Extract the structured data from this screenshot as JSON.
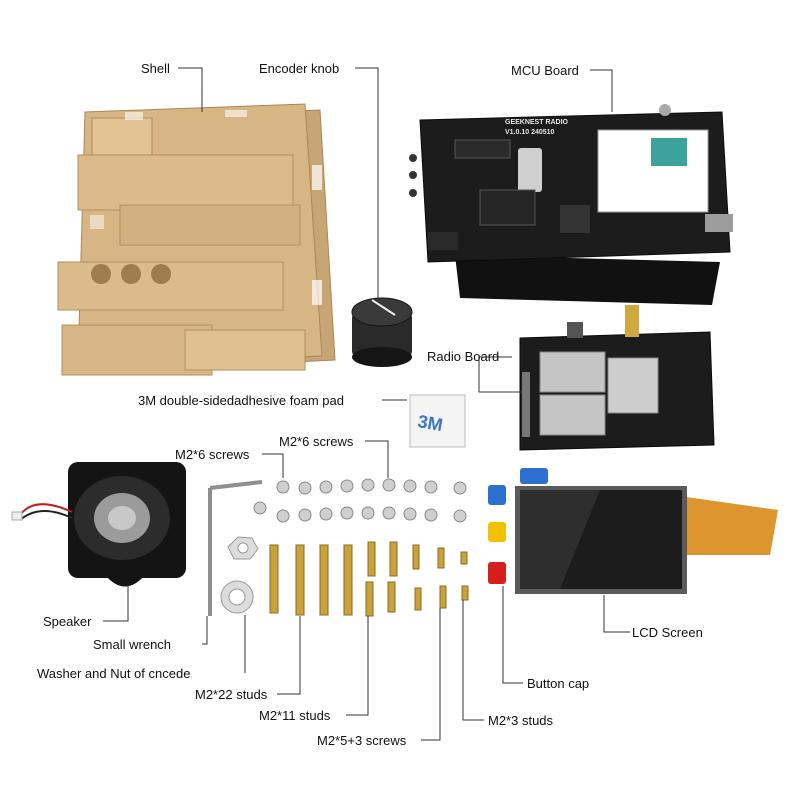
{
  "labels": {
    "shell": "Shell",
    "encoder_knob": "Encoder knob",
    "mcu_board": "MCU Board",
    "radio_board": "Radio Board",
    "foam_pad": "3M double-sidedadhesive foam pad",
    "m2_6_screws_a": "M2*6 screws",
    "m2_6_screws_b": "M2*6 screws",
    "speaker": "Speaker",
    "small_wrench": "Small wrench",
    "washer_nut": "Washer and Nut of cncede",
    "m2_22_studs": "M2*22 studs",
    "m2_11_studs": "M2*11 studs",
    "m2_5_3_screws": "M2*5+3 screws",
    "m2_3_studs": "M2*3 studs",
    "button_cap": "Button cap",
    "lcd_screen": "LCD Screen"
  },
  "board_silkscreen": {
    "mcu_title": "GEEKNEST RADIO",
    "mcu_version": "V1.0.10 240510"
  },
  "colors": {
    "acrylic_wood": "#d9b88a",
    "acrylic_edge": "#b8935f",
    "pcb_black": "#1c1c1c",
    "shield_silver": "#b9b9b9",
    "brass": "#c9a23e",
    "button_blue": "#2d6fd1",
    "button_yellow": "#f2c200",
    "button_red": "#d51f1f",
    "flex_orange": "#d98a1a"
  }
}
